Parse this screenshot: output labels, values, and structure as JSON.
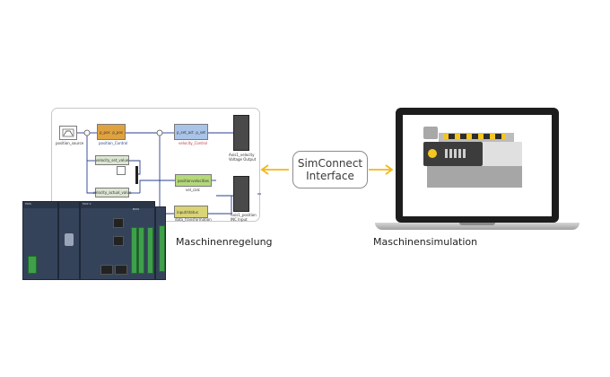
{
  "interface": {
    "line1": "SimConnect",
    "line2": "Interface"
  },
  "captions": {
    "left": "Maschinenregelung",
    "right": "Maschinensimulation"
  },
  "model": {
    "source_label": "position_source",
    "position_control": {
      "in": "p_pos",
      "out": "p_pos",
      "name": "position_Control"
    },
    "velocity_control": {
      "in": "p_set_act",
      "out": "p_set",
      "name": "velocity_Control"
    },
    "io_output_name": "Axis1_velocity\nVoltage Output",
    "io_input_name": "Axis1_position\nINC Input",
    "velocity_set_value": "velocity_set_value",
    "velocity_actual_value": "velocity_actual_value",
    "vel_calc": {
      "in": "position",
      "out": "velocities",
      "name": "vel_calc"
    },
    "data_transform": {
      "in": "input/status",
      "out": "",
      "name": "data_transformation"
    }
  },
  "hardware": {
    "modules": [
      "MOS",
      "MCP X",
      "BIOS"
    ]
  },
  "colors": {
    "arrow": "#f2b816",
    "wire": "#2a3f8f",
    "position_block": "#e0a23e",
    "velocity_block": "#a9c4e8",
    "vel_calc_block": "#b4d87a",
    "data_block": "#d9d476",
    "value_block": "#dde6d3"
  }
}
